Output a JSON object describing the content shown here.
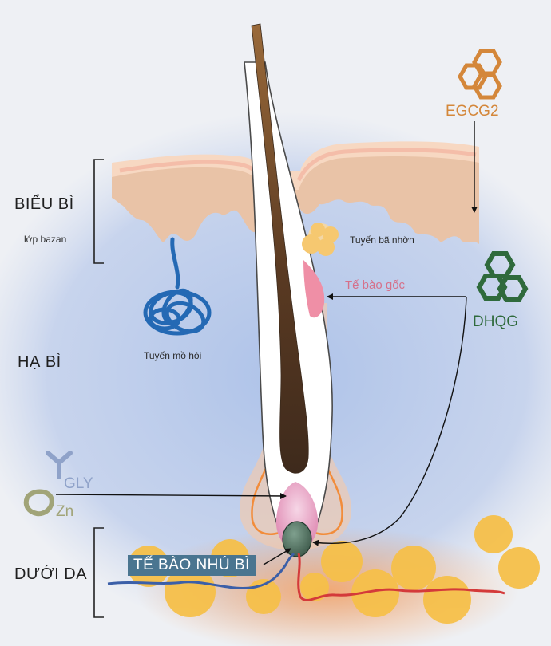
{
  "layers": {
    "epidermis": "BIỂU BÌ",
    "basal_layer": "lớp bazan",
    "dermis": "HẠ BÌ",
    "subcutis": "DƯỚI DA"
  },
  "structures": {
    "sweat_gland": "Tuyến mồ hôi",
    "sebaceous_gland": "Tuyến bã nhờn",
    "stem_cell": "Tế bào gốc",
    "dermal_papilla": "TẾ BÀO NHÚ BÌ"
  },
  "compounds": {
    "egcg2": "EGCG2",
    "dhqg": "DHQG",
    "gly": "GLY",
    "zn": "Zn"
  },
  "colors": {
    "egcg2": "#d4873a",
    "dhqg": "#2f6a3c",
    "gly": "#8fa2c9",
    "zn": "#a1a478",
    "stem_cell": "#d6708a",
    "dermal_papilla_bg": "#4a7590",
    "sweat_gland": "#2469b4",
    "hair_shaft": "#8b5a2b",
    "skin": "#ecc7a6",
    "fat": "#f6c04a",
    "vein": "#3b5fa8",
    "artery": "#d43a3a",
    "sheath": "#f28c3a"
  }
}
